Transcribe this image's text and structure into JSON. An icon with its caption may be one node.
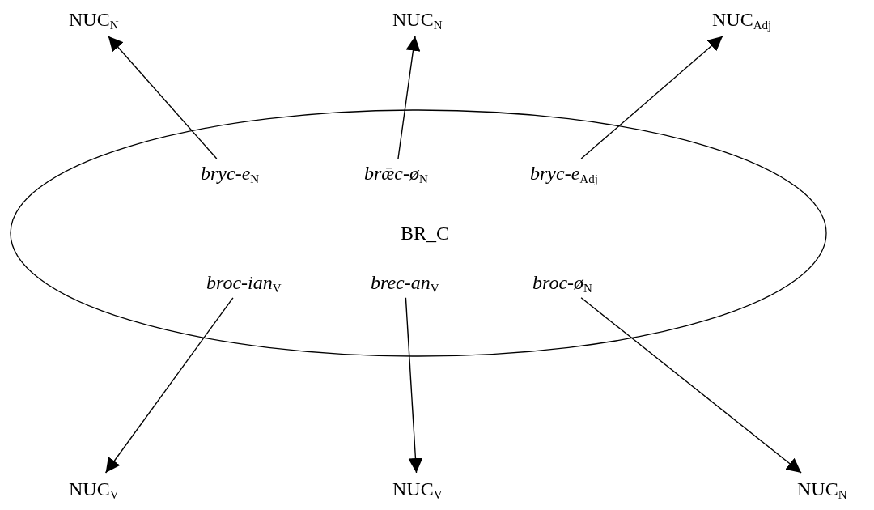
{
  "diagram": {
    "nodes": [
      {
        "text": [
          "BR_C"
        ]
      },
      {
        "text": [
          "*bryc-e*$_{N}$"
        ],
        "in": 0
      },
      {
        "text": [
          "*brǣc-ø*$_{N}$"
        ],
        "in": 0
      },
      {
        "text": [
          "*bryc-e*$_{Adj}$"
        ],
        "in": 0
      },
      {
        "text": [
          "*broc-ian*$_{V}$"
        ],
        "in": 0
      },
      {
        "text": [
          "*brec-an*$_{V}$"
        ],
        "in": 0
      },
      {
        "text": [
          "*broc-ø*$_{N}$"
        ],
        "in": 0
      },
      {
        "text": [
          "NUC$_{N}$"
        ]
      },
      {
        "text": [
          "NUC$_{N}$"
        ]
      },
      {
        "text": [
          "NUC$_{Adj}$"
        ]
      },
      {
        "text": [
          "NUC$_{V}$"
        ]
      },
      {
        "text": [
          "NUC$_{V}$"
        ]
      },
      {
        "text": [
          "NUC$_{N}$"
        ]
      }
    ],
    "edges": [
      {
        "from": 1,
        "to": 7,
        "arrow": "to"
      },
      {
        "from": 2,
        "to": 8,
        "arrow": "to"
      },
      {
        "from": 3,
        "to": 9,
        "arrow": "to"
      },
      {
        "from": 4,
        "to": 10,
        "arrow": "to"
      },
      {
        "from": 5,
        "to": 11,
        "arrow": "to"
      },
      {
        "from": 6,
        "to": 12,
        "arrow": "to"
      }
    ]
  }
}
